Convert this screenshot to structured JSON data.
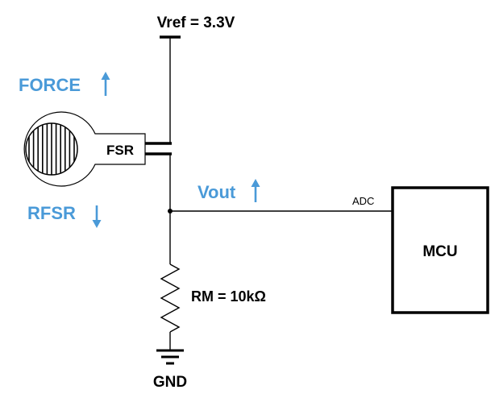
{
  "labels": {
    "vref": "Vref = 3.3V",
    "force": "FORCE",
    "fsr": "FSR",
    "vout": "Vout",
    "rfsr": "RFSR",
    "adc": "ADC",
    "mcu": "MCU",
    "rm": "RM = 10kΩ",
    "gnd": "GND"
  },
  "colors": {
    "accent": "#4a9ad8",
    "line": "#000000"
  },
  "icons": {
    "force_arrow": "arrow-up-icon",
    "vout_arrow": "arrow-up-icon",
    "rfsr_arrow": "arrow-down-icon"
  }
}
